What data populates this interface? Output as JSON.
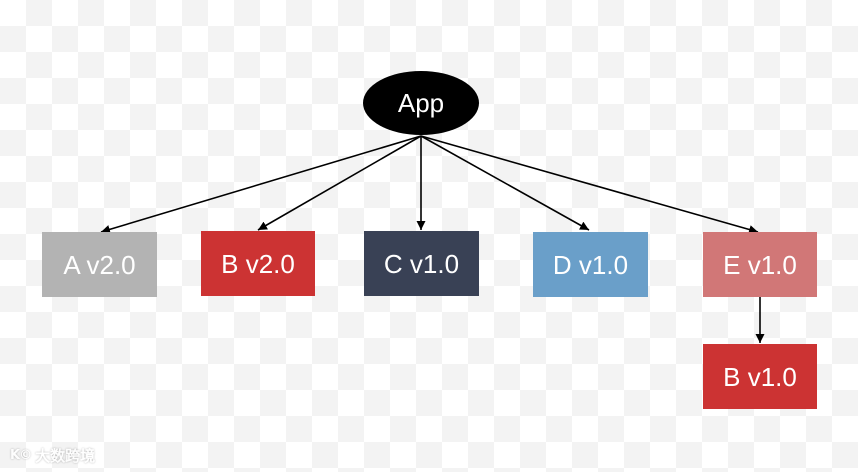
{
  "diagram": {
    "root": {
      "id": "app",
      "label": "App",
      "color": "#000000"
    },
    "nodes": [
      {
        "id": "a2",
        "label": "A v2.0",
        "color": "#b3b3b3"
      },
      {
        "id": "b2",
        "label": "B v2.0",
        "color": "#cc3333"
      },
      {
        "id": "c1",
        "label": "C v1.0",
        "color": "#394155"
      },
      {
        "id": "d1",
        "label": "D v1.0",
        "color": "#6a9fc9"
      },
      {
        "id": "e1",
        "label": "E v1.0",
        "color": "#d17777"
      },
      {
        "id": "b1",
        "label": "B v1.0",
        "color": "#cc3333"
      }
    ],
    "edges": [
      {
        "from": "app",
        "to": "a2"
      },
      {
        "from": "app",
        "to": "b2"
      },
      {
        "from": "app",
        "to": "c1"
      },
      {
        "from": "app",
        "to": "d1"
      },
      {
        "from": "app",
        "to": "e1"
      },
      {
        "from": "e1",
        "to": "b1"
      }
    ]
  },
  "watermark": {
    "logo": "K©",
    "text": "大数跨境"
  }
}
